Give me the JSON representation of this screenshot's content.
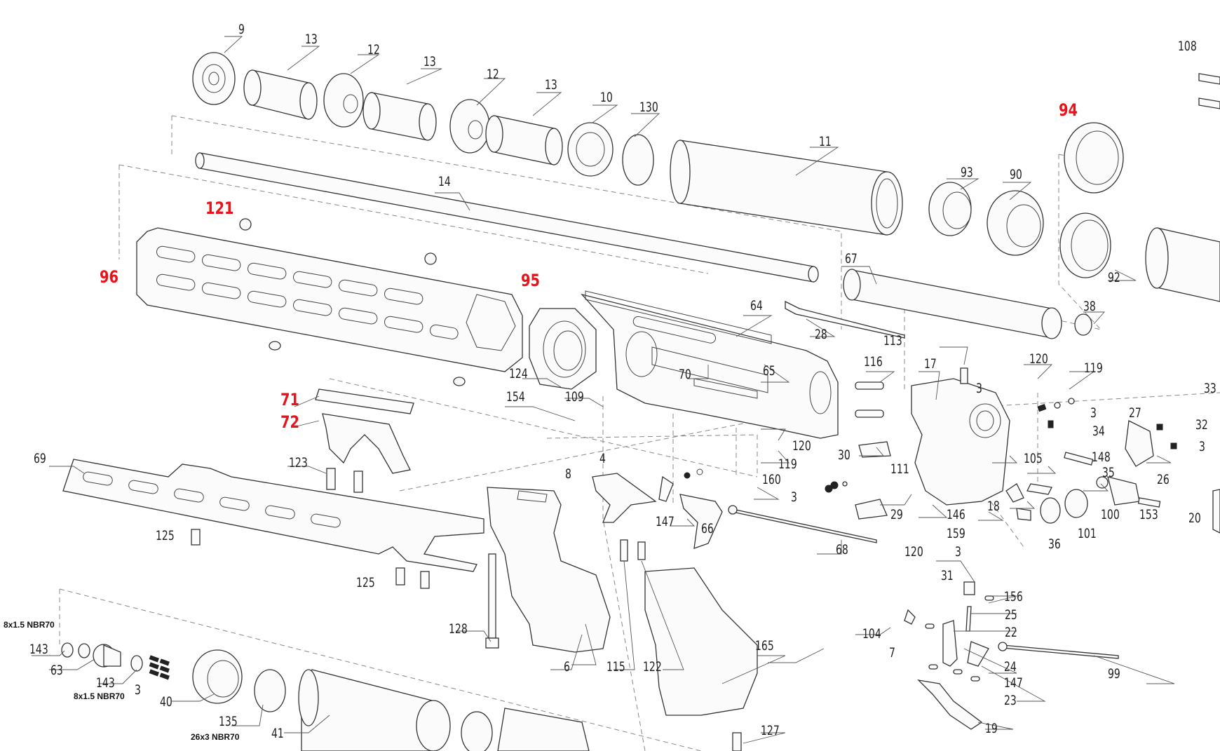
{
  "labels": [
    {
      "text": "9"
    },
    {
      "text": "13"
    },
    {
      "text": "12"
    },
    {
      "text": "13"
    },
    {
      "text": "12"
    },
    {
      "text": "13"
    },
    {
      "text": "10"
    },
    {
      "text": "130"
    },
    {
      "text": "11"
    },
    {
      "text": "108"
    },
    {
      "text": "94",
      "highlight": true
    },
    {
      "text": "93"
    },
    {
      "text": "90"
    },
    {
      "text": "14"
    },
    {
      "text": "121",
      "highlight": true
    },
    {
      "text": "96",
      "highlight": true
    },
    {
      "text": "95",
      "highlight": true
    },
    {
      "text": "67"
    },
    {
      "text": "92"
    },
    {
      "text": "38"
    },
    {
      "text": "64"
    },
    {
      "text": "28"
    },
    {
      "text": "113"
    },
    {
      "text": "116"
    },
    {
      "text": "17"
    },
    {
      "text": "120"
    },
    {
      "text": "119"
    },
    {
      "text": "33"
    },
    {
      "text": "65"
    },
    {
      "text": "70"
    },
    {
      "text": "124"
    },
    {
      "text": "109"
    },
    {
      "text": "154"
    },
    {
      "text": "71",
      "highlight": true
    },
    {
      "text": "72",
      "highlight": true
    },
    {
      "text": "3"
    },
    {
      "text": "3"
    },
    {
      "text": "27"
    },
    {
      "text": "32"
    },
    {
      "text": "34"
    },
    {
      "text": "3"
    },
    {
      "text": "30"
    },
    {
      "text": "120"
    },
    {
      "text": "119"
    },
    {
      "text": "105"
    },
    {
      "text": "148"
    },
    {
      "text": "69"
    },
    {
      "text": "123"
    },
    {
      "text": "4"
    },
    {
      "text": "8"
    },
    {
      "text": "160"
    },
    {
      "text": "111"
    },
    {
      "text": "35"
    },
    {
      "text": "26"
    },
    {
      "text": "3"
    },
    {
      "text": "18"
    },
    {
      "text": "29"
    },
    {
      "text": "146"
    },
    {
      "text": "100"
    },
    {
      "text": "153"
    },
    {
      "text": "20"
    },
    {
      "text": "147"
    },
    {
      "text": "66"
    },
    {
      "text": "125"
    },
    {
      "text": "159"
    },
    {
      "text": "101"
    },
    {
      "text": "68"
    },
    {
      "text": "120"
    },
    {
      "text": "3"
    },
    {
      "text": "36"
    },
    {
      "text": "125"
    },
    {
      "text": "31"
    },
    {
      "text": "156"
    },
    {
      "text": "128"
    },
    {
      "text": "25"
    },
    {
      "text": "104"
    },
    {
      "text": "22"
    },
    {
      "text": "7"
    },
    {
      "text": "143"
    },
    {
      "text": "63"
    },
    {
      "text": "143"
    },
    {
      "text": "3"
    },
    {
      "text": "6"
    },
    {
      "text": "115"
    },
    {
      "text": "122"
    },
    {
      "text": "165"
    },
    {
      "text": "24"
    },
    {
      "text": "99"
    },
    {
      "text": "147"
    },
    {
      "text": "40"
    },
    {
      "text": "23"
    },
    {
      "text": "135"
    },
    {
      "text": "41"
    },
    {
      "text": "127"
    },
    {
      "text": "19"
    }
  ],
  "notes": [
    {
      "text": "8x1.5 NBR70"
    },
    {
      "text": "8x1.5 NBR70"
    },
    {
      "text": "26x3 NBR70"
    }
  ],
  "colors": {
    "highlight": "#e8141c",
    "line": "#333333",
    "dash": "#888888",
    "background": "#ffffff"
  }
}
